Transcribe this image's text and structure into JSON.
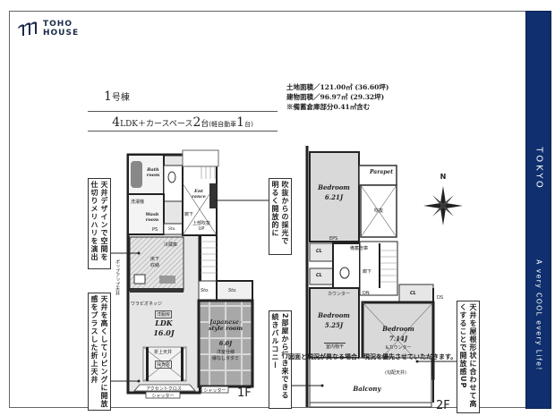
{
  "brand": {
    "logo_line1": "TOHO",
    "logo_line2": "HOUSE",
    "brand_color": "#1a2a4a"
  },
  "sidebar": {
    "city": "TOKYO",
    "tagline": "A very COOL every Life!",
    "background": "#0f2f6e"
  },
  "header": {
    "building_number": "1",
    "building_suffix": "号棟",
    "layout_prefix": "4",
    "layout_text": "LDK＋カースペース",
    "parking_count": "2",
    "parking_unit": "台",
    "parking_note_prefix": "(軽自動車",
    "kei_count": "1",
    "parking_note_suffix": "台)"
  },
  "areas": {
    "land": "土地面積／121.00㎡ (36.60坪)",
    "building": "建物面積／96.97㎡ (29.32坪)",
    "storage_note": "※備蓄倉庫部分0.41㎡含む"
  },
  "floor1": {
    "label": "1F",
    "rooms": {
      "bath": "Bath room",
      "wash": "Wash room",
      "entrance": "Ent rance",
      "ldk_type": "洋服房",
      "ldk": "LDK",
      "ldk_size": "16.0J",
      "japanese": "Japanese-style room",
      "japanese_size": "6.0J",
      "japanese_note1": "洋室仕様",
      "japanese_note2": "縁なしタタミ",
      "storage1": "Sto.",
      "storage2": "Sto.",
      "storage3": "Sto.",
      "ps": "PS",
      "hallway": "廊下",
      "upper_void": "上部吹抜UP",
      "laundry": "洗濯機",
      "underfloor": "床下収納",
      "fridge": "冷蔵庫",
      "accent_cloth": "アクセントクロス",
      "shutter1": "シャッター",
      "shutter2": "シャッター",
      "raised_ceiling": "折上天井",
      "window_label": "採光窓",
      "pop_ceiling": "ポップアップ天井",
      "back_niche": "ワラビオネッジ"
    },
    "callouts": {
      "ceiling_design": "天井デザインで空間を仕切りメリハリを演出",
      "raised_ceiling": "天井を高くしてリビングに開放感をプラスした折上天井",
      "void_light": "吹抜からの採光で明るく開放的に"
    }
  },
  "floor2": {
    "label": "2F",
    "rooms": {
      "bedroom1": "Bedroom",
      "bedroom1_size": "6.21J",
      "bedroom2": "Bedroom",
      "bedroom2_size": "5.25J",
      "bedroom2_note": "室内物干",
      "bedroom3": "Bedroom",
      "bedroom3_size": "7.14J",
      "bedroom3_note": "&カウンター",
      "parapet": "Parapet",
      "void": "吹抜",
      "eps": "EPS",
      "cl1": "CL",
      "cl2": "CL",
      "cl3": "CL",
      "hallway": "廊下",
      "dn": "DN",
      "counter": "カウンター",
      "ds": "DS",
      "balcony": "Balcony",
      "sloped_ceiling": "(勾配天井)",
      "storage_unit": "備蓄倉庫"
    },
    "callouts": {
      "balcony": "2部屋から行き来できる続きバルコニー",
      "sloped": "天井を屋根形状に合わせて高くすることで開放感UP"
    }
  },
  "compass": {
    "label": "N"
  },
  "disclaimer": "図面と現況が異なる場合、現況を優先させていただきます。"
}
